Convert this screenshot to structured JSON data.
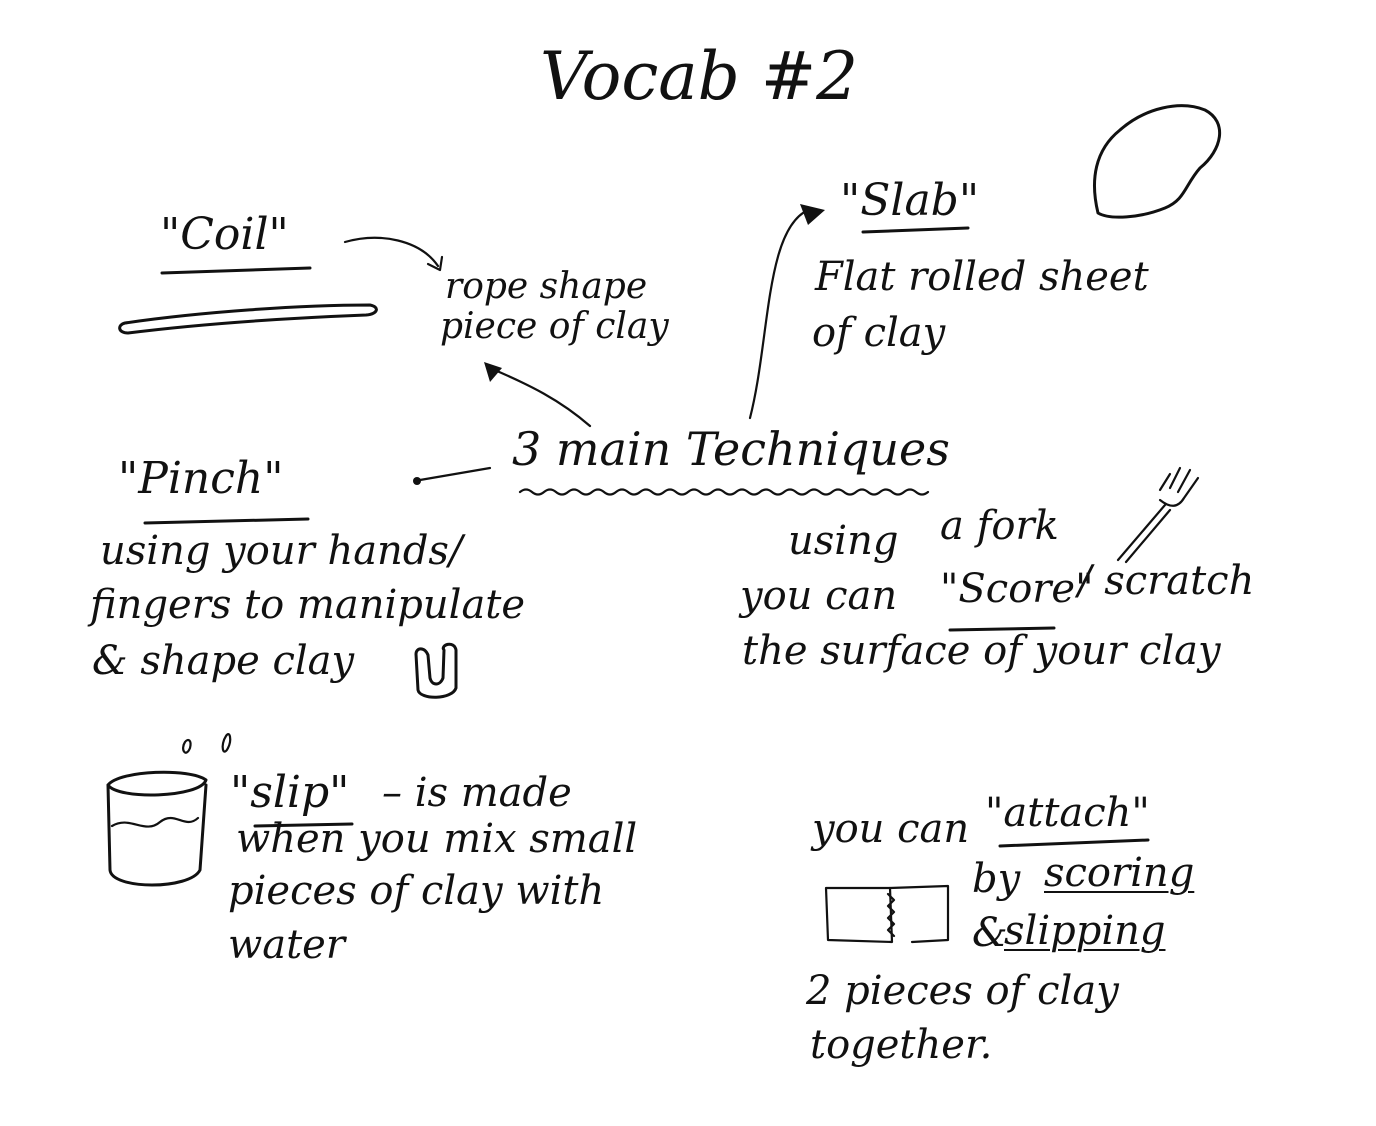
{
  "title": "Vocab #2",
  "center": {
    "label": "3 main Techniques"
  },
  "coil": {
    "term": "\"Coil\"",
    "definition_lines": [
      "rope shape",
      "piece of clay"
    ]
  },
  "slab": {
    "term": "\"Slab\"",
    "definition_lines": [
      "Flat rolled sheet",
      "of clay"
    ]
  },
  "pinch": {
    "term": "\"Pinch\"",
    "definition_lines": [
      "using your hands/",
      "fingers to manipulate",
      "& shape clay"
    ]
  },
  "score": {
    "line1_a": "using",
    "line1_b": "a fork",
    "line2_a": "you can",
    "line2_term": "\"Score\"",
    "line2_b": "/ scratch",
    "line3": "the surface of your clay"
  },
  "slip": {
    "term": "\"slip\"",
    "after_term": "– is made",
    "definition_lines": [
      "when you mix small",
      "pieces of clay with",
      "water"
    ]
  },
  "attach": {
    "line1_a": "you can",
    "line1_term": "\"attach\"",
    "line2_a": "by",
    "line2_term": "scoring",
    "line3_a": "&",
    "line3_term": "slipping",
    "line4": "2 pieces  of clay",
    "line5": "together."
  },
  "icons": [
    "coil-roll-icon",
    "slab-blob-icon",
    "pinch-pot-icon",
    "fork-icon",
    "water-cup-icon",
    "joined-blocks-icon"
  ]
}
